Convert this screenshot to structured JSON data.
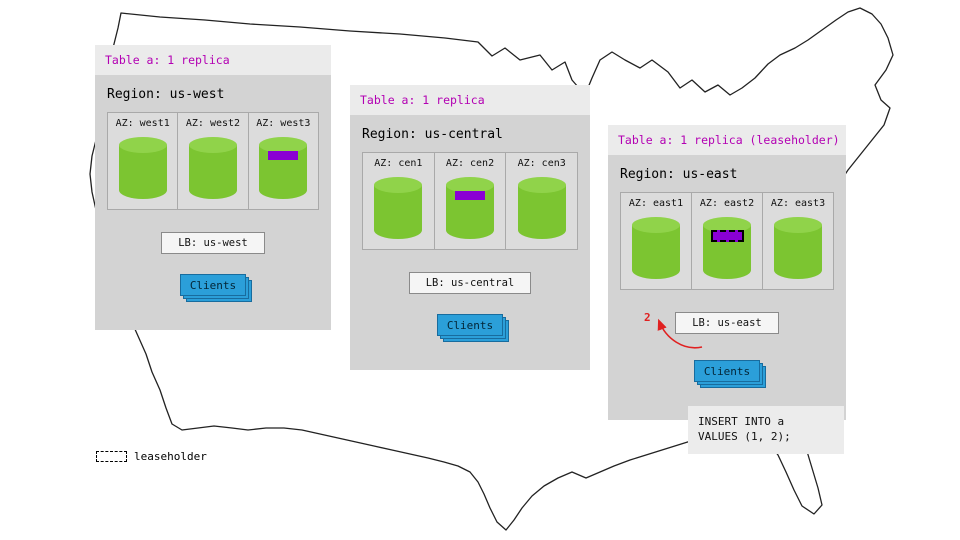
{
  "legend": {
    "label": "leaseholder"
  },
  "insert_note": {
    "lines": [
      "INSERT INTO a",
      "VALUES (1, 2);"
    ]
  },
  "annotations": {
    "write_step": "2"
  },
  "colors": {
    "table_header_text": "#b300b3",
    "replica_range": "#8a00d4",
    "cylinder_green": "#7cc531",
    "clients_blue": "#2b9fd9",
    "arrow_red": "#e02020"
  },
  "regions": [
    {
      "table_label": "Table a: 1 replica",
      "region_label": "Region: us-west",
      "azs": [
        {
          "label": "AZ: west1"
        },
        {
          "label": "AZ: west2"
        },
        {
          "label": "AZ: west3"
        }
      ],
      "replica_az": "west3",
      "lb_label": "LB: us-west",
      "clients_label": "Clients"
    },
    {
      "table_label": "Table a: 1 replica",
      "region_label": "Region: us-central",
      "azs": [
        {
          "label": "AZ: cen1"
        },
        {
          "label": "AZ: cen2"
        },
        {
          "label": "AZ: cen3"
        }
      ],
      "replica_az": "cen2",
      "lb_label": "LB: us-central",
      "clients_label": "Clients"
    },
    {
      "table_label": "Table a: 1 replica (leaseholder)",
      "region_label": "Region: us-east",
      "azs": [
        {
          "label": "AZ: east1"
        },
        {
          "label": "AZ: east2"
        },
        {
          "label": "AZ: east3"
        }
      ],
      "replica_az": "east2",
      "leaseholder_az": "east2",
      "lb_label": "LB: us-east",
      "clients_label": "Clients"
    }
  ]
}
